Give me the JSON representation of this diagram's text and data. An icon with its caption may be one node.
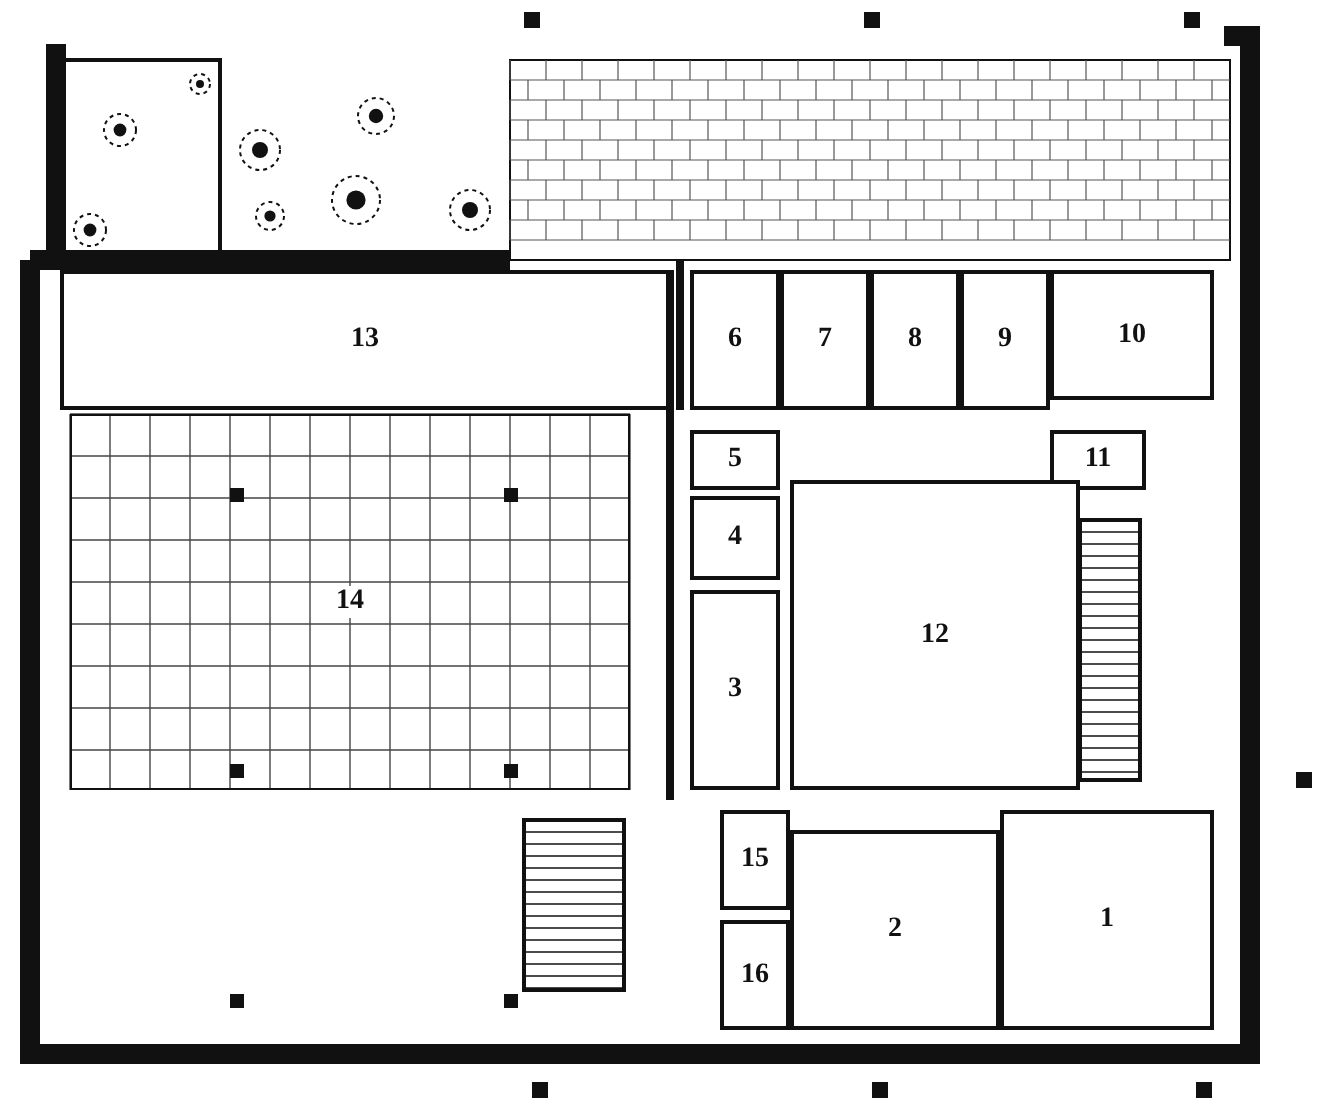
{
  "diagram": {
    "nodes": [
      {
        "text": [
          "13"
        ]
      },
      {
        "text": [
          "6"
        ]
      },
      {
        "text": [
          "7"
        ]
      },
      {
        "text": [
          "8"
        ]
      },
      {
        "text": [
          "9"
        ]
      },
      {
        "text": [
          "10"
        ]
      },
      {
        "text": [
          "5"
        ]
      },
      {
        "text": [
          "11"
        ]
      },
      {
        "text": [
          "4"
        ]
      },
      {
        "text": [
          "14"
        ]
      },
      {
        "text": [
          "12"
        ]
      },
      {
        "text": [
          "3"
        ]
      },
      {
        "text": [
          "15"
        ]
      },
      {
        "text": [
          "2"
        ]
      },
      {
        "text": [
          "1"
        ]
      },
      {
        "text": [
          "16"
        ]
      }
    ]
  }
}
